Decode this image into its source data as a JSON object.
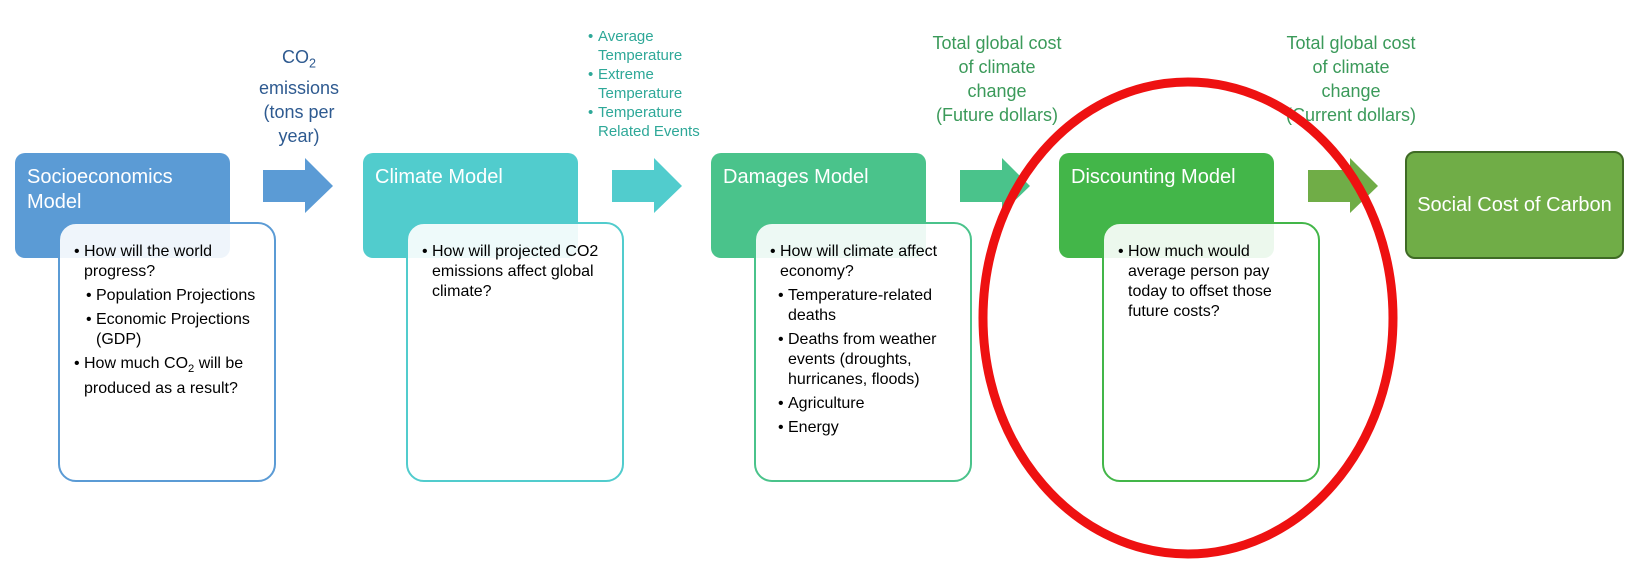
{
  "colors": {
    "stage1": "#5b9bd5",
    "stage2": "#51cccd",
    "stage3": "#4ac38b",
    "stage4": "#43b649",
    "stage5": "#70ad47",
    "highlight_ring": "#ee1111"
  },
  "stages": [
    {
      "title": "Socioeconomics Model"
    },
    {
      "title": "Climate Model"
    },
    {
      "title": "Damages Model"
    },
    {
      "title": "Discounting Model"
    },
    {
      "title": "Social Cost of Carbon"
    }
  ],
  "cards": {
    "socioeconomics": {
      "q1": "How will the world progress?",
      "sub1": "Population Projections",
      "sub2": "Economic Projections (GDP)",
      "q2_pre": "How much CO",
      "q2_sub": "2",
      "q2_post": " will be produced as a result?"
    },
    "climate": {
      "q1": "How will projected CO2 emissions affect global climate?"
    },
    "damages": {
      "q1": "How will climate affect economy?",
      "items": [
        "Temperature-related deaths",
        "Deaths from weather events (droughts, hurricanes, floods)",
        "Agriculture",
        "Energy"
      ]
    },
    "discounting": {
      "q1": "How much would average person pay today to offset those future costs?"
    }
  },
  "flow_labels": {
    "emissions_pre": "CO",
    "emissions_sub": "2",
    "emissions_line2": "emissions",
    "emissions_line3": "(tons per",
    "emissions_line4": "year)",
    "climate_outputs": [
      "Average Temperature",
      "Extreme Temperature",
      "Temperature Related Events"
    ],
    "future_cost": [
      "Total global cost",
      "of climate",
      "change",
      "(Future dollars)"
    ],
    "current_cost": [
      "Total global cost",
      "of climate",
      "change",
      "(Current dollars)"
    ]
  },
  "bullet_glyph": "•"
}
